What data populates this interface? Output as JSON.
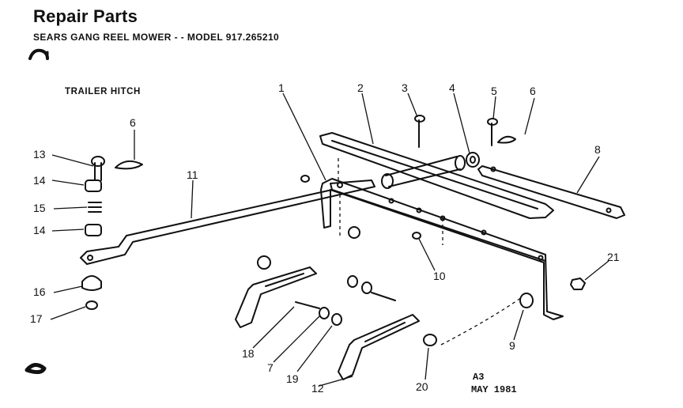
{
  "header": {
    "title": "Repair Parts",
    "subtitle": "SEARS GANG REEL MOWER - - MODEL 917.265210"
  },
  "section_label": "TRAILER HITCH",
  "callouts": [
    "1",
    "2",
    "3",
    "4",
    "5",
    "6",
    "6",
    "8",
    "11",
    "13",
    "14",
    "15",
    "14",
    "16",
    "17",
    "10",
    "21",
    "18",
    "7",
    "19",
    "12",
    "20",
    "9"
  ],
  "stamp": {
    "code": "A3",
    "date": "MAY  1981"
  }
}
